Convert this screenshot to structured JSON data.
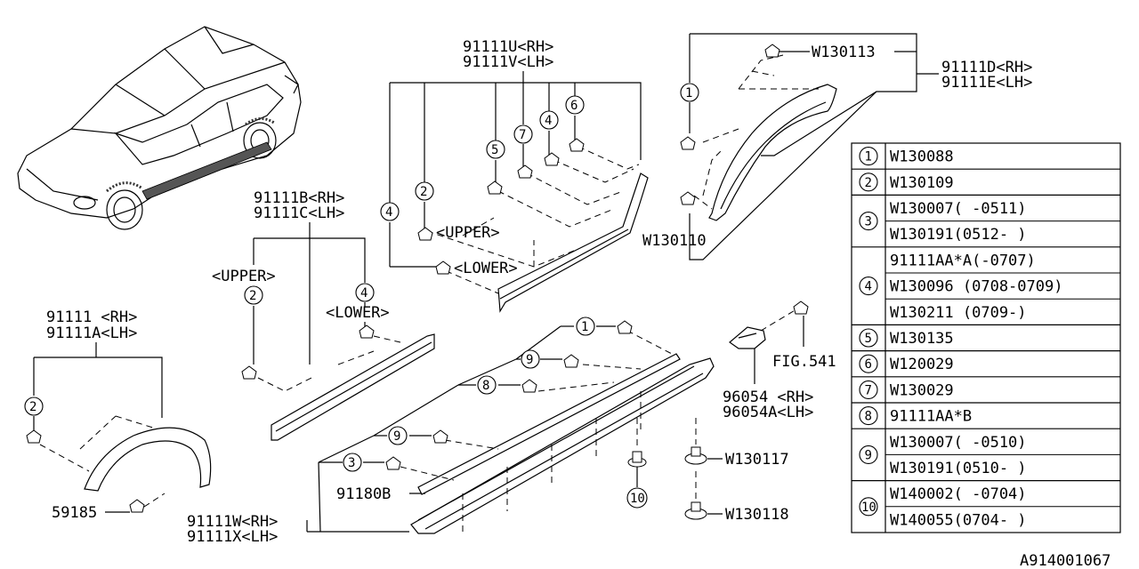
{
  "labels": {
    "p91111U": "91111U<RH>",
    "p91111V": "91111V<LH>",
    "p91111D": "91111D<RH>",
    "p91111E": "91111E<LH>",
    "p91111B": "91111B<RH>",
    "p91111C": "91111C<LH>",
    "p91111": "91111  <RH>",
    "p91111A": "91111A<LH>",
    "p91111W": "91111W<RH>",
    "p91111X": "91111X<LH>",
    "p91180B": "91180B",
    "p96054": "96054  <RH>",
    "p96054A": "96054A<LH>",
    "p59185": "59185",
    "w130113": "W130113",
    "w130110": "W130110",
    "w130117": "W130117",
    "w130118": "W130118",
    "fig541": "FIG.541",
    "upper1": "<UPPER>",
    "lower1": "<LOWER>",
    "upper2": "<UPPER>",
    "lower2": "<LOWER>",
    "diagram_id": "A914001067"
  },
  "callouts": {
    "c1": "1",
    "c2": "2",
    "c3": "3",
    "c4": "4",
    "c5": "5",
    "c6": "6",
    "c7": "7",
    "c8": "8",
    "c9": "9",
    "c10": "10"
  },
  "legend": [
    {
      "num": "1",
      "parts": [
        "W130088"
      ]
    },
    {
      "num": "2",
      "parts": [
        "W130109"
      ]
    },
    {
      "num": "3",
      "parts": [
        "W130007( -0511)",
        "W130191(0512- )"
      ]
    },
    {
      "num": "4",
      "parts": [
        "91111AA*A(-0707)",
        "W130096 (0708-0709)",
        "W130211  (0709-)"
      ]
    },
    {
      "num": "5",
      "parts": [
        "W130135"
      ]
    },
    {
      "num": "6",
      "parts": [
        "W120029"
      ]
    },
    {
      "num": "7",
      "parts": [
        "W130029"
      ]
    },
    {
      "num": "8",
      "parts": [
        "91111AA*B"
      ]
    },
    {
      "num": "9",
      "parts": [
        "W130007( -0510)",
        "W130191(0510- )"
      ]
    },
    {
      "num": "10",
      "parts": [
        "W140002( -0704)",
        "W140055(0704- )"
      ]
    }
  ]
}
